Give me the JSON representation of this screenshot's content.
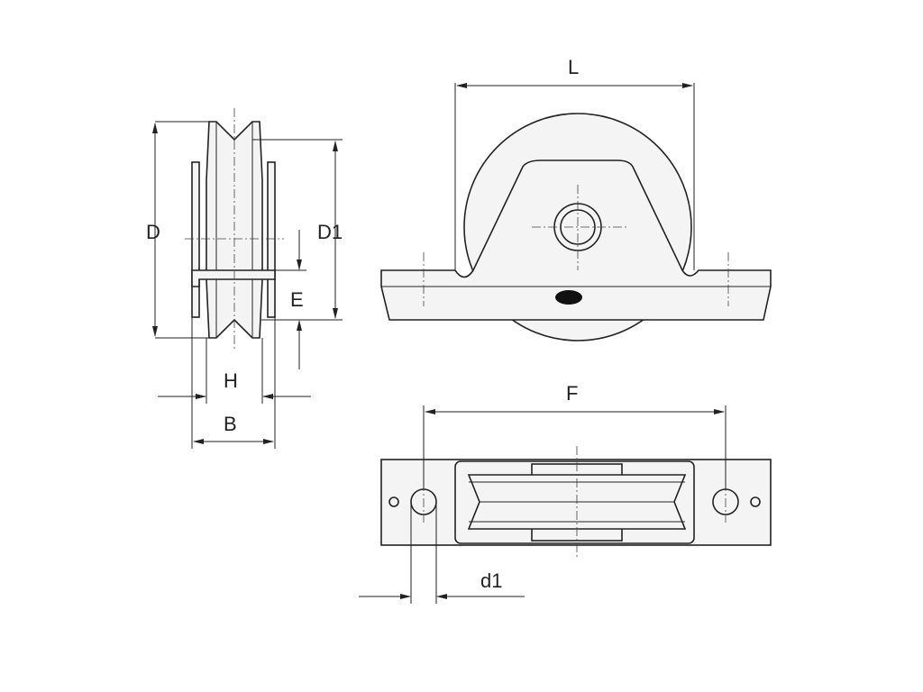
{
  "title": "Sliding gate wheel with bracket - dimension drawing",
  "labels": {
    "D": "D",
    "D1": "D1",
    "E": "E",
    "H": "H",
    "B": "B",
    "L": "L",
    "F": "F",
    "d1": "d1"
  },
  "logo": "manufacturer-logo",
  "colors": {
    "line": "#222222",
    "fill": "#f4f4f4"
  }
}
